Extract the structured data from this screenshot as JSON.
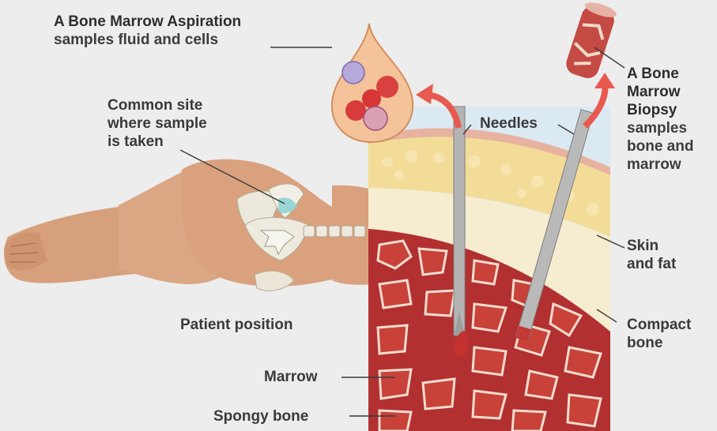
{
  "aspiration": {
    "title": "A Bone Marrow Aspiration",
    "desc": "samples fluid and cells"
  },
  "common_site": {
    "line1": "Common site",
    "line2": "where sample",
    "line3": "is taken"
  },
  "patient_position": "Patient position",
  "needles": "Needles",
  "biopsy": {
    "line1": "A Bone",
    "line2": "Marrow",
    "line3": "Biopsy",
    "line4": "samples",
    "line5": "bone and",
    "line6": "marrow"
  },
  "skin_fat": {
    "line1": "Skin",
    "line2": "and fat"
  },
  "compact_bone": {
    "line1": "Compact",
    "line2": "bone"
  },
  "marrow": "Marrow",
  "spongy_bone": "Spongy bone",
  "colors": {
    "background": "#ededed",
    "skin": "#d9a17e",
    "fat": "#f3dfa0",
    "bone": "#f5ecd3",
    "marrow": "#b8322e",
    "arrow": "#e85a4f",
    "needle": "#a9a9a9"
  }
}
